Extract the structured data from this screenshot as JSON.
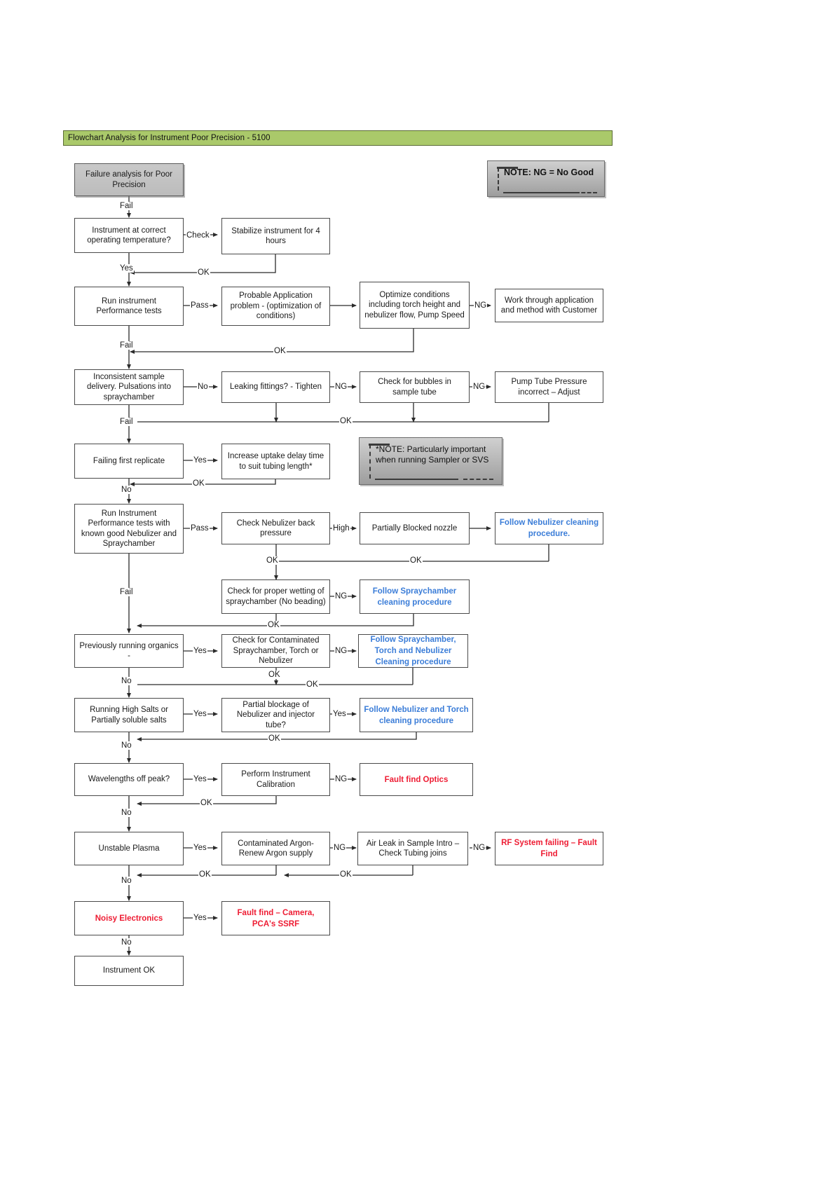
{
  "title": {
    "text": "Flowchart Analysis for Instrument Poor Precision - 5100",
    "background_color": "#aac96a"
  },
  "notes": [
    {
      "id": "note-ng",
      "text": "NOTE: NG = No Good"
    },
    {
      "id": "note-svs",
      "text": "*NOTE: Particularly important when running Sampler or SVS"
    }
  ],
  "colors": {
    "blue_action": "#3b7dd8",
    "red_action": "#ee1c33",
    "box_border": "#4a4a4a",
    "grey_fill": "#c9c9c9"
  },
  "nodes": {
    "start": "Failure analysis for Poor Precision",
    "temp_check": "Instrument at correct operating temperature?",
    "stabilize": "Stabilize instrument for 4 hours",
    "run_perf": "Run instrument Performance tests",
    "probable_app": "Probable Application problem - (optimization of conditions)",
    "optimize": "Optimize conditions including torch height and nebulizer flow, Pump Speed",
    "work_customer": "Work through application and method with Customer",
    "inconsistent": "Inconsistent sample delivery. Pulsations into spraychamber",
    "leaking": "Leaking fittings? - Tighten",
    "bubbles": "Check for bubbles in sample tube",
    "pump_tube": "Pump Tube Pressure incorrect – Adjust",
    "first_replicate": "Failing first replicate",
    "uptake_delay": "Increase uptake delay time to suit tubing length*",
    "run_perf_known": "Run Instrument Performance tests with known good Nebulizer and Spraychamber",
    "neb_back_pressure": "Check Nebulizer back pressure",
    "blocked_nozzle": "Partially Blocked nozzle",
    "follow_neb_clean": "Follow Nebulizer cleaning procedure.",
    "wetting": "Check for proper wetting of spraychamber (No beading)",
    "follow_spray_clean": "Follow Spraychamber cleaning procedure",
    "prev_organics": "Previously running organics -",
    "contaminated_spray": "Check for Contaminated Spraychamber, Torch or Nebulizer",
    "follow_spray_torch_neb": "Follow Spraychamber, Torch and Nebulizer Cleaning procedure",
    "high_salts": "Running High Salts or Partially soluble salts",
    "partial_blockage": "Partial blockage of Nebulizer and injector tube?",
    "follow_neb_torch": "Follow Nebulizer and Torch cleaning procedure",
    "wavelengths": "Wavelengths off peak?",
    "calibration": "Perform Instrument Calibration",
    "fault_optics": "Fault find Optics",
    "unstable_plasma": "Unstable Plasma",
    "contaminated_argon": "Contaminated Argon- Renew Argon supply",
    "air_leak": "Air Leak in Sample Intro – Check Tubing joins",
    "rf_system": "RF System failing – Fault Find",
    "noisy_electronics": "Noisy Electronics",
    "fault_camera": "Fault find – Camera, PCA's SSRF",
    "instrument_ok": "Instrument OK"
  },
  "edge_labels": {
    "fail1": "Fail",
    "check1": "Check",
    "ok1": "OK",
    "yes1": "Yes",
    "pass1": "Pass",
    "ng1": "NG",
    "fail2": "Fail",
    "ok2": "OK",
    "no1": "No",
    "ng2": "NG",
    "ng3": "NG",
    "fail3": "Fail",
    "ok3": "OK",
    "yes2": "Yes",
    "ok4": "OK",
    "no2": "No",
    "pass2": "Pass",
    "high1": "High",
    "ok5": "OK",
    "ok6": "OK",
    "fail4": "Fail",
    "ng4": "NG",
    "ok7": "OK",
    "yes3": "Yes",
    "ng5": "NG",
    "ok8": "OK",
    "ok9": "OK",
    "no3": "No",
    "yes4": "Yes",
    "yes5": "Yes",
    "ok10": "OK",
    "no4": "No",
    "yes6": "Yes",
    "ng6": "NG",
    "ok11": "OK",
    "no5": "No",
    "yes7": "Yes",
    "ng7": "NG",
    "ng8": "NG",
    "ok12": "OK",
    "ok13": "OK",
    "no6": "No",
    "yes8": "Yes",
    "no7": "No"
  }
}
